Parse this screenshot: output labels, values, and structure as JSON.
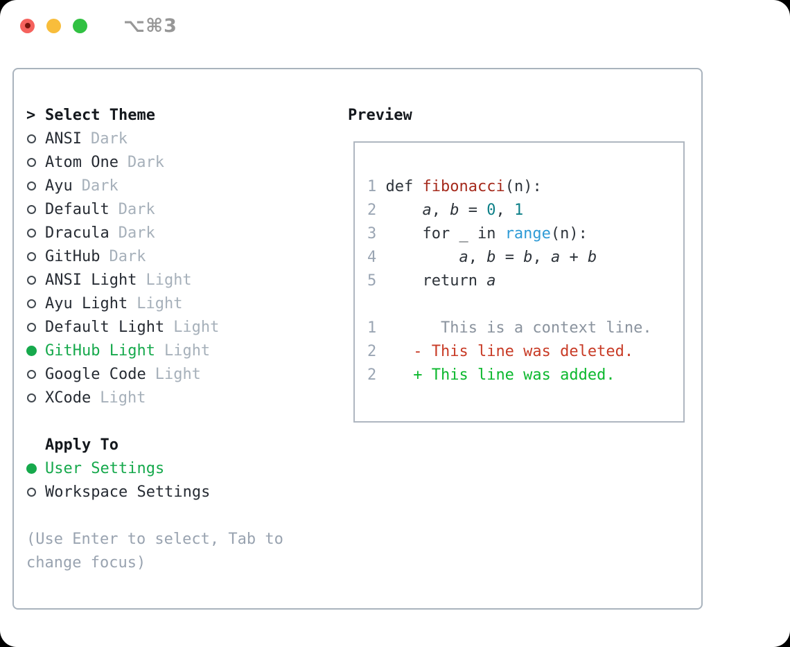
{
  "titlebar": {
    "title": "⌥⌘3"
  },
  "theme_list": {
    "header_marker": ">",
    "header": "Select Theme",
    "items": [
      {
        "name": "ANSI",
        "variant": "Dark",
        "selected": false
      },
      {
        "name": "Atom One",
        "variant": "Dark",
        "selected": false
      },
      {
        "name": "Ayu",
        "variant": "Dark",
        "selected": false
      },
      {
        "name": "Default",
        "variant": "Dark",
        "selected": false
      },
      {
        "name": "Dracula",
        "variant": "Dark",
        "selected": false
      },
      {
        "name": "GitHub",
        "variant": "Dark",
        "selected": false
      },
      {
        "name": "ANSI Light",
        "variant": "Light",
        "selected": false
      },
      {
        "name": "Ayu Light",
        "variant": "Light",
        "selected": false
      },
      {
        "name": "Default Light",
        "variant": "Light",
        "selected": false
      },
      {
        "name": "GitHub Light",
        "variant": "Light",
        "selected": true
      },
      {
        "name": "Google Code",
        "variant": "Light",
        "selected": false
      },
      {
        "name": "XCode",
        "variant": "Light",
        "selected": false
      }
    ]
  },
  "apply_to": {
    "header": "Apply To",
    "options": [
      {
        "label": "User Settings",
        "selected": true
      },
      {
        "label": "Workspace Settings",
        "selected": false
      }
    ]
  },
  "hint": {
    "full": "(Use Enter to select, Tab to change focus)",
    "line1": "(Use Enter to select, Tab to",
    "line2": "change focus)"
  },
  "preview": {
    "header": "Preview",
    "lines": {
      "l1": {
        "num": "1",
        "t0": " def ",
        "t1": "fibonacci",
        "t2": "(n):"
      },
      "l2": {
        "num": "2",
        "t0": "     ",
        "t1": "a",
        "t2": ", ",
        "t3": "b",
        "t4": " = ",
        "t5": "0",
        "t6": ", ",
        "t7": "1"
      },
      "l3": {
        "num": "3",
        "t0": "     for _ in ",
        "t1": "range",
        "t2": "(n):"
      },
      "l4": {
        "num": "4",
        "t0": "         ",
        "t1": "a",
        "t2": ", ",
        "t3": "b",
        "t4": " = ",
        "t5": "b",
        "t6": ", ",
        "t7": "a",
        "t8": " + ",
        "t9": "b"
      },
      "l5": {
        "num": "5",
        "t0": "     return ",
        "t1": "a"
      },
      "d1": {
        "num": "1",
        "t0": "       This is a context line."
      },
      "d2": {
        "num": "2",
        "t0": "    ",
        "t1": "- This line was deleted."
      },
      "d3": {
        "num": "2",
        "t0": "    ",
        "t1": "+ This line was added."
      }
    }
  },
  "colors": {
    "selection_green": "#16a94c",
    "added_green": "#0cb82e",
    "deleted_red": "#c83b26",
    "function_red": "#a52a1c",
    "number_teal": "#0c7f87",
    "builtin_blue": "#2f9bd6",
    "muted_gray": "#a6b0ba",
    "hint_gray": "#99a3b0",
    "panel_border": "#a9b3bd",
    "traffic_red": "#f5625d",
    "traffic_yellow": "#f8bd3b",
    "traffic_green": "#31c142"
  }
}
